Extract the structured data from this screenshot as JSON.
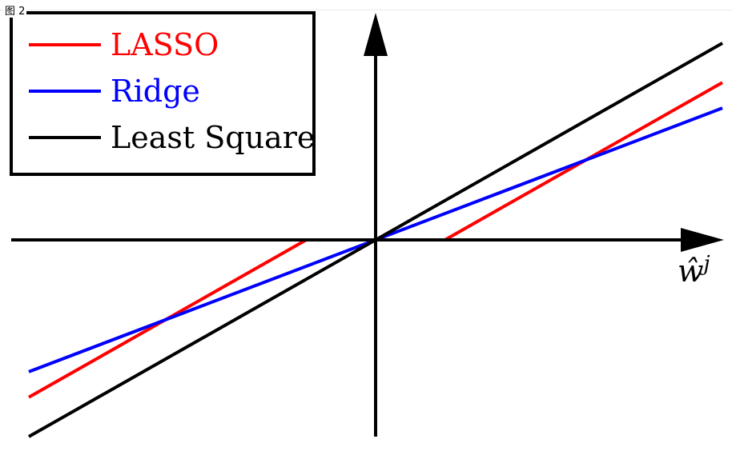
{
  "caption": "图 2",
  "chart_data": {
    "type": "line",
    "xlabel": "ŵ",
    "xlabel_sup": "j",
    "ylabel": "",
    "xlim": [
      -1,
      1
    ],
    "ylim": [
      -1,
      1
    ],
    "grid": false,
    "legend_position": "top-left",
    "series": [
      {
        "name": "LASSO",
        "color": "#ff0000",
        "x": [
          -1,
          -0.2,
          0.2,
          1
        ],
        "y": [
          -0.8,
          0,
          0,
          0.8
        ]
      },
      {
        "name": "Ridge",
        "color": "#0000ff",
        "x": [
          -1,
          1
        ],
        "y": [
          -0.67,
          0.67
        ]
      },
      {
        "name": "Least Square",
        "color": "#000000",
        "x": [
          -1,
          1
        ],
        "y": [
          -1,
          1
        ]
      }
    ]
  }
}
